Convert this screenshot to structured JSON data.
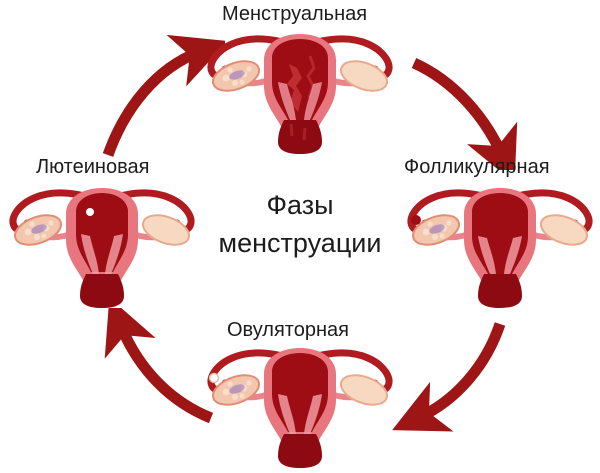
{
  "diagram": {
    "title_line1": "Фазы",
    "title_line2": "менструации",
    "background_color": "#ffffff",
    "text_color": "#1c1c1c",
    "arrow_color": "#9e1515",
    "uterus_body_color": "#e8767e",
    "uterus_endometrium_color": "#9e0c14",
    "uterus_cervix_color": "#8e0a12",
    "tube_color": "#e9848a",
    "tube_dark_color": "#b01b1f",
    "ovary_color": "#f6d9c0",
    "ovary_follicle_ovary_color": "#f3c7ae",
    "cycle_direction": "clockwise"
  },
  "phases": [
    {
      "id": "menstrual",
      "label": "Менструальная",
      "position": "top",
      "order": 1,
      "features": "shedding endometrium with menstrual blood in cervical canal"
    },
    {
      "id": "follicular",
      "label": "Фолликулярная",
      "position": "right",
      "order": 2,
      "features": "developing follicle visible in left ovary, endometrium regenerating"
    },
    {
      "id": "ovulatory",
      "label": "Овуляторная",
      "position": "bottom",
      "order": 3,
      "features": "released ovum next to ovary"
    },
    {
      "id": "luteal",
      "label": "Лютеиновая",
      "position": "left",
      "order": 4,
      "features": "thickened endometrium with ovum in uterine cavity"
    }
  ],
  "arrows": [
    {
      "id": "arrow-luteal-to-menstrual",
      "from": "luteal",
      "to": "menstrual",
      "direction": "up-right"
    },
    {
      "id": "arrow-menstrual-to-follicular",
      "from": "menstrual",
      "to": "follicular",
      "direction": "down-right"
    },
    {
      "id": "arrow-follicular-to-ovulatory",
      "from": "follicular",
      "to": "ovulatory",
      "direction": "down-left"
    },
    {
      "id": "arrow-ovulatory-to-luteal",
      "from": "ovulatory",
      "to": "luteal",
      "direction": "up-left"
    }
  ]
}
